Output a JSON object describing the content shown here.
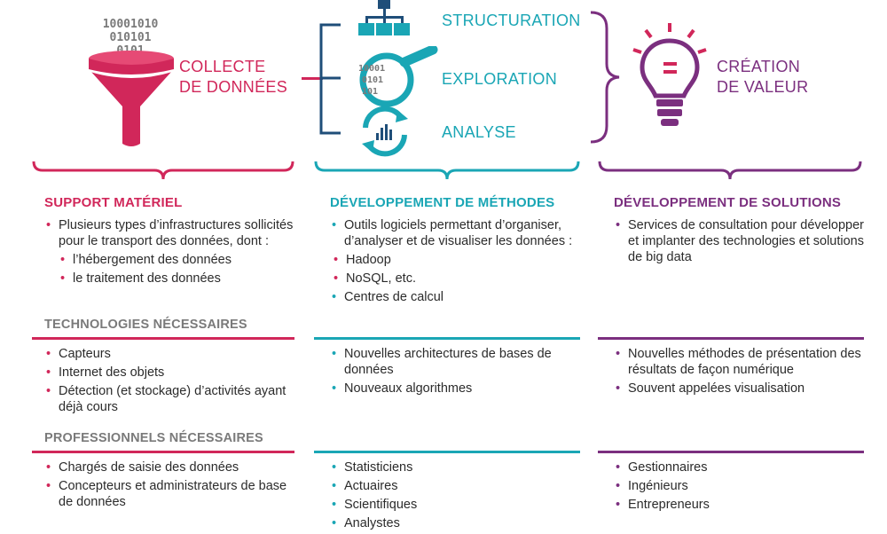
{
  "colors": {
    "pink": "#d1275a",
    "teal": "#1aa6b5",
    "purple": "#7b2f7f",
    "navy": "#1f4e79",
    "gray": "#7a7a7a"
  },
  "top": {
    "binary": [
      "10001010",
      "010101",
      "0101"
    ],
    "collecte": [
      "COLLECTE",
      "DE DONNÉES"
    ],
    "structuration": "STRUCTURATION",
    "exploration": "EXPLORATION",
    "analyse": "ANALYSE",
    "creation": [
      "CRÉATION",
      "DE VALEUR"
    ],
    "magnifier_binary": [
      "10001",
      "0101",
      "101"
    ]
  },
  "col1": {
    "title": "SUPPORT MATÉRIEL",
    "intro": "Plusieurs types d’infrastructures sollicités pour le transport des données, dont :",
    "subs": [
      "l’hébergement des données",
      "le traitement des données"
    ],
    "tech_items": [
      "Capteurs",
      "Internet des objets",
      "Détection (et stockage) d’activités ayant déjà cours"
    ],
    "pro_items": [
      "Chargés de saisie des données",
      "Concepteurs et administrateurs de base de données"
    ]
  },
  "sections": {
    "tech": "TECHNOLOGIES NÉCESSAIRES",
    "pro": "PROFESSIONNELS NÉCESSAIRES"
  },
  "col2": {
    "title": "DÉVELOPPEMENT DE MÉTHODES",
    "intro": "Outils logiciels permettant d’organiser, d’analyser et de visualiser les données :",
    "subs": [
      "Hadoop",
      "NoSQL, etc."
    ],
    "extra": "Centres de calcul",
    "tech_items": [
      "Nouvelles architectures de bases de données",
      "Nouveaux algorithmes"
    ],
    "pro_items": [
      "Statisticiens",
      "Actuaires",
      "Scientifiques",
      "Analystes"
    ]
  },
  "col3": {
    "title": "DÉVELOPPEMENT DE SOLUTIONS",
    "intro": "Services de consultation pour développer et implanter des technologies et solutions de big data",
    "tech_items": [
      "Nouvelles méthodes de présentation des résultats de façon numérique",
      "Souvent appelées visualisation"
    ],
    "pro_items": [
      "Gestionnaires",
      "Ingénieurs",
      "Entrepreneurs"
    ]
  }
}
